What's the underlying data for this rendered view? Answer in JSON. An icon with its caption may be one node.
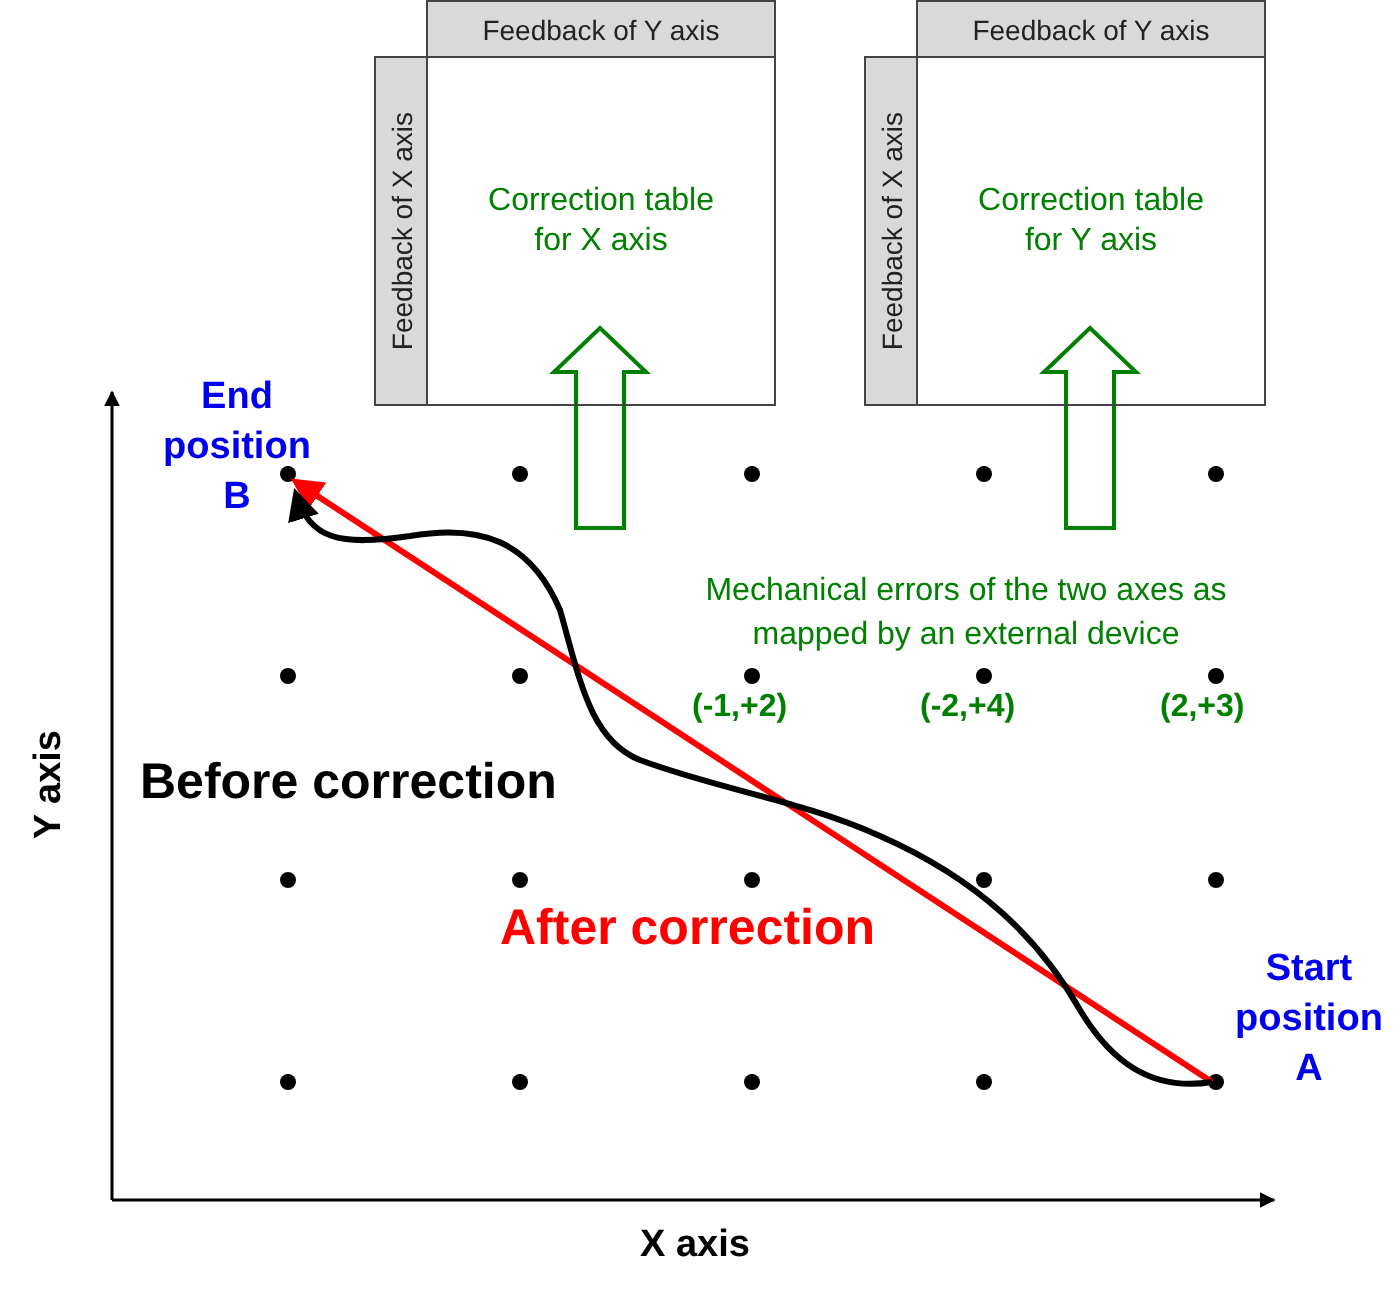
{
  "diagram": {
    "nodes": [
      {
        "text": [
          "Feedback of Y axis",
          "Feedback of X axis",
          "Correction table for X axis"
        ]
      },
      {
        "text": [
          "Feedback of Y axis",
          "Feedback of X axis",
          "Correction table for Y axis"
        ]
      },
      {
        "text": [
          "End position B"
        ]
      },
      {
        "text": [
          "Start position A"
        ]
      },
      {
        "text": [
          "Mechanical errors of the two axes as mapped by an external device"
        ]
      }
    ],
    "edges": [
      {
        "from": 4,
        "to": 0,
        "arrow": "to",
        "style": "thick",
        "color": "#008000"
      },
      {
        "from": 4,
        "to": 1,
        "arrow": "to",
        "style": "thick",
        "color": "#008000"
      },
      {
        "from": 3,
        "to": 2,
        "arrow": "to",
        "label": "After correction",
        "color": "#ff0000"
      },
      {
        "from": 3,
        "to": 2,
        "arrow": "to",
        "label": "Before correction",
        "color": "#000000"
      }
    ],
    "labels": [
      "(-1,+2)",
      "(-2,+4)",
      "(2,+3)",
      "Y axis",
      "X axis"
    ]
  }
}
